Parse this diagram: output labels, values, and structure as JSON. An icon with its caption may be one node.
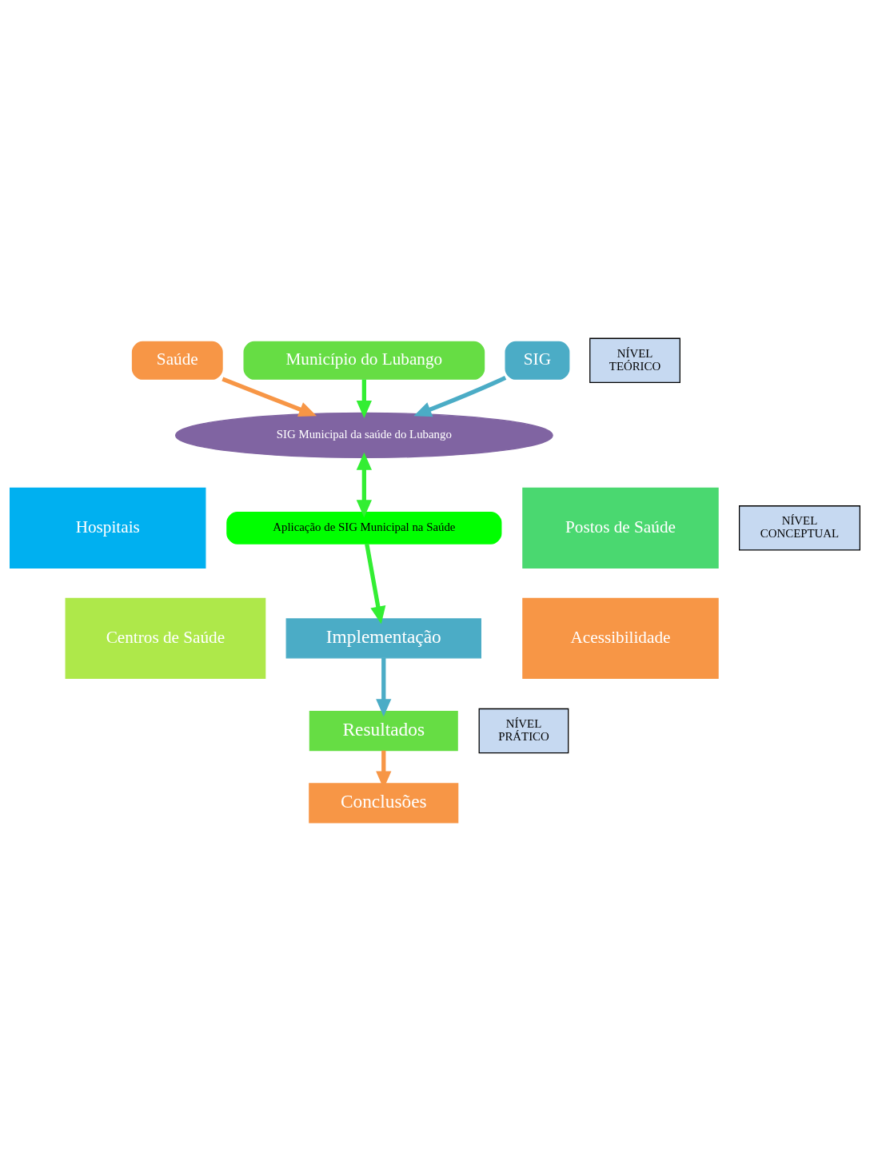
{
  "diagram": {
    "nodes": [
      {
        "text": [
          "Saúde"
        ]
      },
      {
        "text": [
          "Município do Lubango"
        ]
      },
      {
        "text": [
          "SIG"
        ]
      },
      {
        "text": [
          "NÍVEL",
          "TEÓRICO"
        ]
      },
      {
        "text": [
          "SIG Municipal da saúde do Lubango"
        ]
      },
      {
        "text": [
          "Hospitais"
        ]
      },
      {
        "text": [
          "Postos de Saúde"
        ]
      },
      {
        "text": [
          "Aplicação de SIG Municipal na Saúde"
        ]
      },
      {
        "text": [
          "Centros de Saúde"
        ]
      },
      {
        "text": [
          "Acessibilidade"
        ]
      },
      {
        "text": [
          "NÍVEL",
          "CONCEPTUAL"
        ]
      },
      {
        "text": [
          "Implementação"
        ]
      },
      {
        "text": [
          "Resultados"
        ]
      },
      {
        "text": [
          "Conclusões"
        ]
      },
      {
        "text": [
          "NÍVEL",
          "PRÁTICO"
        ]
      }
    ],
    "edges": [
      {
        "from": 0,
        "to": 4,
        "arrow": "to",
        "color": "#f79646"
      },
      {
        "from": 1,
        "to": 4,
        "arrow": "to"
      },
      {
        "from": 2,
        "to": 4,
        "arrow": "to",
        "color": "#4bacc6"
      },
      {
        "from": 4,
        "to": 7,
        "arrow": "both"
      },
      {
        "from": 7,
        "to": 11,
        "arrow": "to"
      },
      {
        "from": 11,
        "to": 12,
        "arrow": "to",
        "color": "#4bacc6"
      },
      {
        "from": 12,
        "to": 13,
        "arrow": "to",
        "color": "#f79646"
      }
    ]
  }
}
